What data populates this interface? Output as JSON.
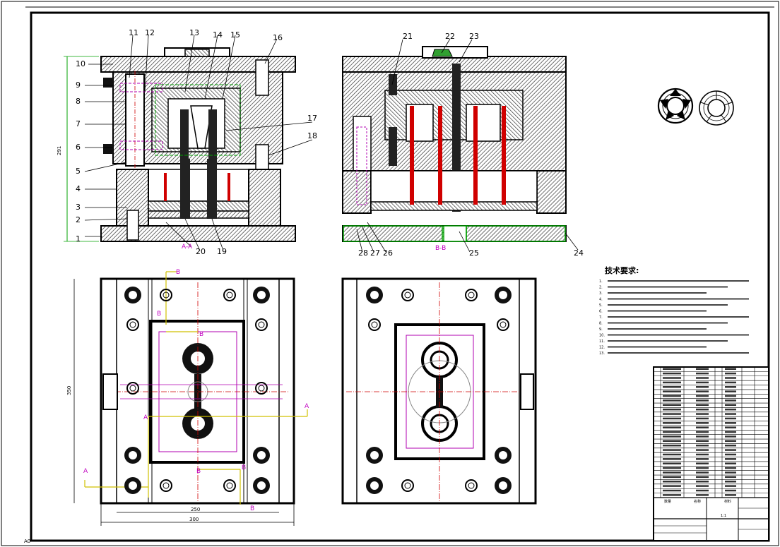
{
  "drawing": {
    "part_labels": [
      "1",
      "2",
      "3",
      "4",
      "5",
      "6",
      "7",
      "8",
      "9",
      "10",
      "11",
      "12",
      "13",
      "14",
      "15",
      "16",
      "17",
      "18",
      "19",
      "20",
      "21",
      "22",
      "23",
      "24",
      "25",
      "26",
      "27",
      "28"
    ],
    "section_labels": {
      "aa": "A-A",
      "bb": "B-B"
    },
    "view_markers": {
      "a": "A",
      "b": "B"
    },
    "dimensions": {
      "height": "291",
      "width_inner": "250",
      "width_outer": "300",
      "plate_height": "350"
    },
    "corner_mark": "A0"
  },
  "tech_requirements": {
    "title": "技术要求:",
    "lines": [
      "1.",
      "2.",
      "3.",
      "4.",
      "5.",
      "6.",
      "7.",
      "8.",
      "9.",
      "10.",
      "11.",
      "12.",
      "13."
    ]
  },
  "title_block": {
    "row_count": 29,
    "label_qty": "数量",
    "label_name": "名称",
    "label_material": "材料",
    "scale": "1:1"
  },
  "colors": {
    "line": "#000000",
    "hatch": "#4a4a4a",
    "center": "#d00000",
    "dimension": "#00a000",
    "magenta": "#c000c0",
    "detail": "#b000b0"
  }
}
